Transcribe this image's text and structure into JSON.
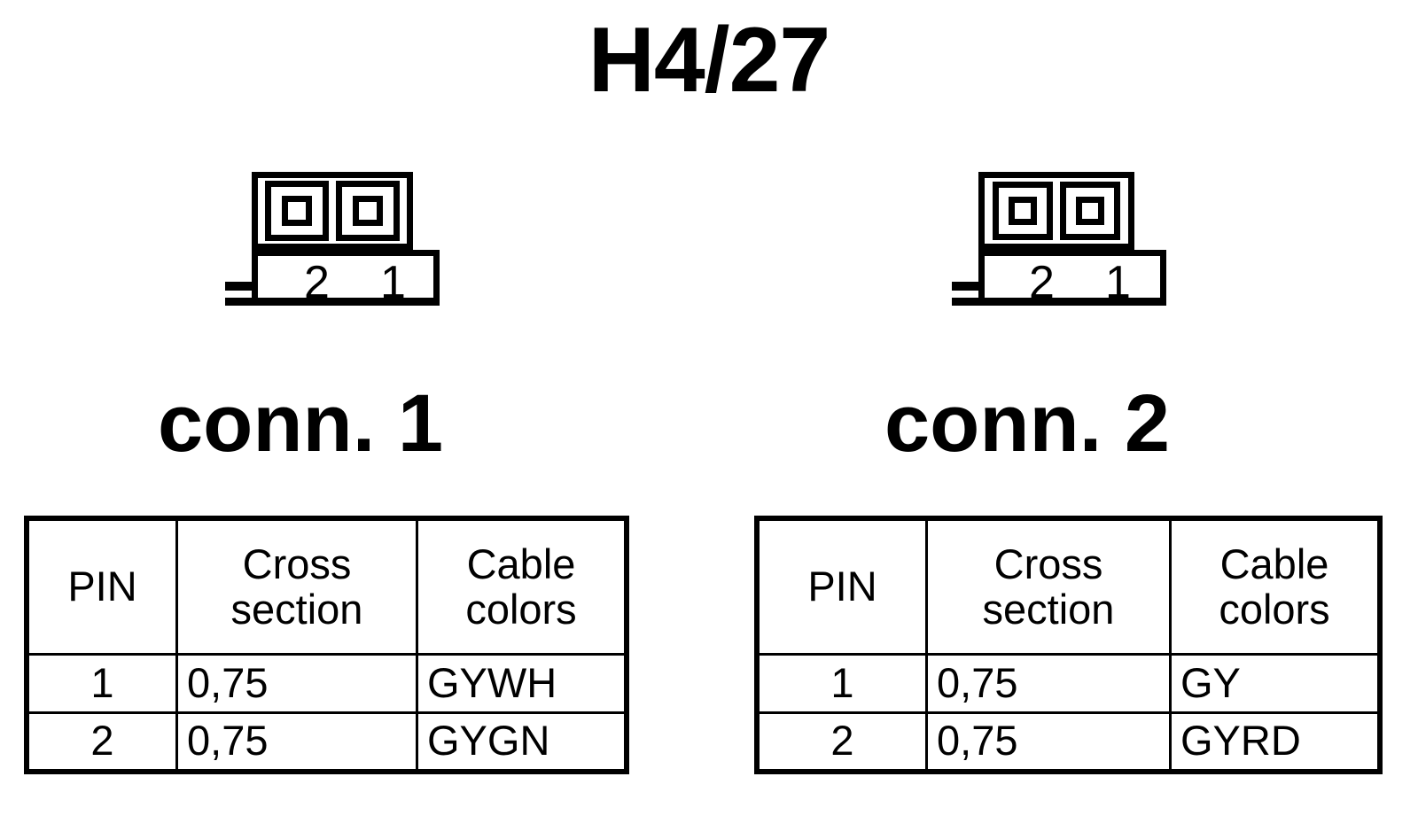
{
  "title": "H4/27",
  "colors": {
    "ink": "#000000",
    "background": "#ffffff"
  },
  "connectors": [
    {
      "id": "conn-1",
      "label": "conn. 1",
      "symbol": {
        "pin_numbers": [
          "2",
          "1"
        ],
        "terminal_count": 2
      },
      "table": {
        "headers": {
          "pin": "PIN",
          "cross_section_line1": "Cross",
          "cross_section_line2": "section",
          "cable_colors_line1": "Cable",
          "cable_colors_line2": "colors"
        },
        "rows": [
          {
            "pin": "1",
            "cross_section": "0,75",
            "cable_colors": "GYWH"
          },
          {
            "pin": "2",
            "cross_section": "0,75",
            "cable_colors": "GYGN"
          }
        ]
      }
    },
    {
      "id": "conn-2",
      "label": "conn. 2",
      "symbol": {
        "pin_numbers": [
          "2",
          "1"
        ],
        "terminal_count": 2
      },
      "table": {
        "headers": {
          "pin": "PIN",
          "cross_section_line1": "Cross",
          "cross_section_line2": "section",
          "cable_colors_line1": "Cable",
          "cable_colors_line2": "colors"
        },
        "rows": [
          {
            "pin": "1",
            "cross_section": "0,75",
            "cable_colors": "GY"
          },
          {
            "pin": "2",
            "cross_section": "0,75",
            "cable_colors": "GYRD"
          }
        ]
      }
    }
  ]
}
